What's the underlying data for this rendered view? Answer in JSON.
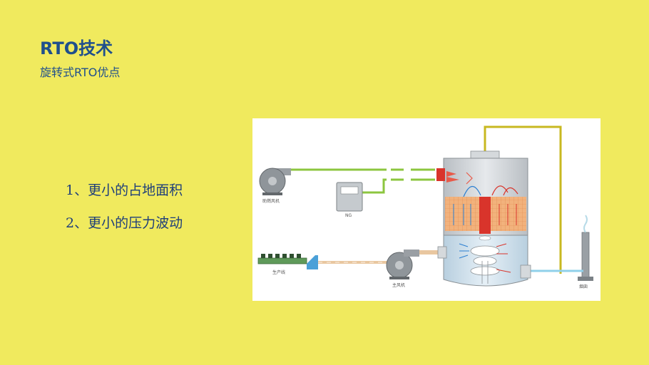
{
  "slide": {
    "title": "RTO技术",
    "subtitle": "旋转式RTO优点"
  },
  "points": [
    "1、更小的占地面积",
    "2、更小的压力波动"
  ],
  "diagram": {
    "labels": {
      "aux_fan": "助燃风机",
      "ng": "NG",
      "production_line": "生产线",
      "main_fan": "主风机",
      "chimney": "烟囱"
    },
    "colors": {
      "pipe_green": "#8cc63f",
      "pipe_yellow": "#c8b820",
      "pipe_blue": "#8fd0ea",
      "heat_red": "#d9342b",
      "media_brick": "#f2b27c",
      "vessel_gray": "#c9ced2",
      "lower_blue": "#cfe3f0"
    }
  }
}
